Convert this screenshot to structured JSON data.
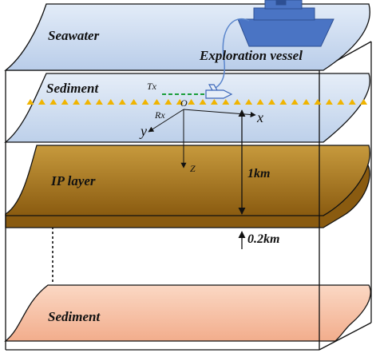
{
  "layers": {
    "seawater": "Seawater",
    "sediment_top": "Sediment",
    "ip_layer": "IP layer",
    "sediment_bottom": "Sediment"
  },
  "vessel": {
    "label": "Exploration vessel",
    "icon": "ship-icon"
  },
  "survey": {
    "tx": "Tx",
    "rx": "Rx",
    "origin": "O"
  },
  "axes": {
    "x": "x",
    "y": "y",
    "z": "Z"
  },
  "dimensions": {
    "depth": "1km",
    "thickness": "0.2km"
  },
  "colors": {
    "seawater": "#c9d9ee",
    "sediment_top": "#d3e0f0",
    "ip_layer": "#9b6a1a",
    "ip_layer_light": "#c79a3d",
    "sediment_bottom": "#f6c0a3",
    "vessel": "#4a74c4",
    "receivers": "#f0b400",
    "tx_line": "#1a9e3a",
    "tow_cable": "#5b86cc"
  }
}
